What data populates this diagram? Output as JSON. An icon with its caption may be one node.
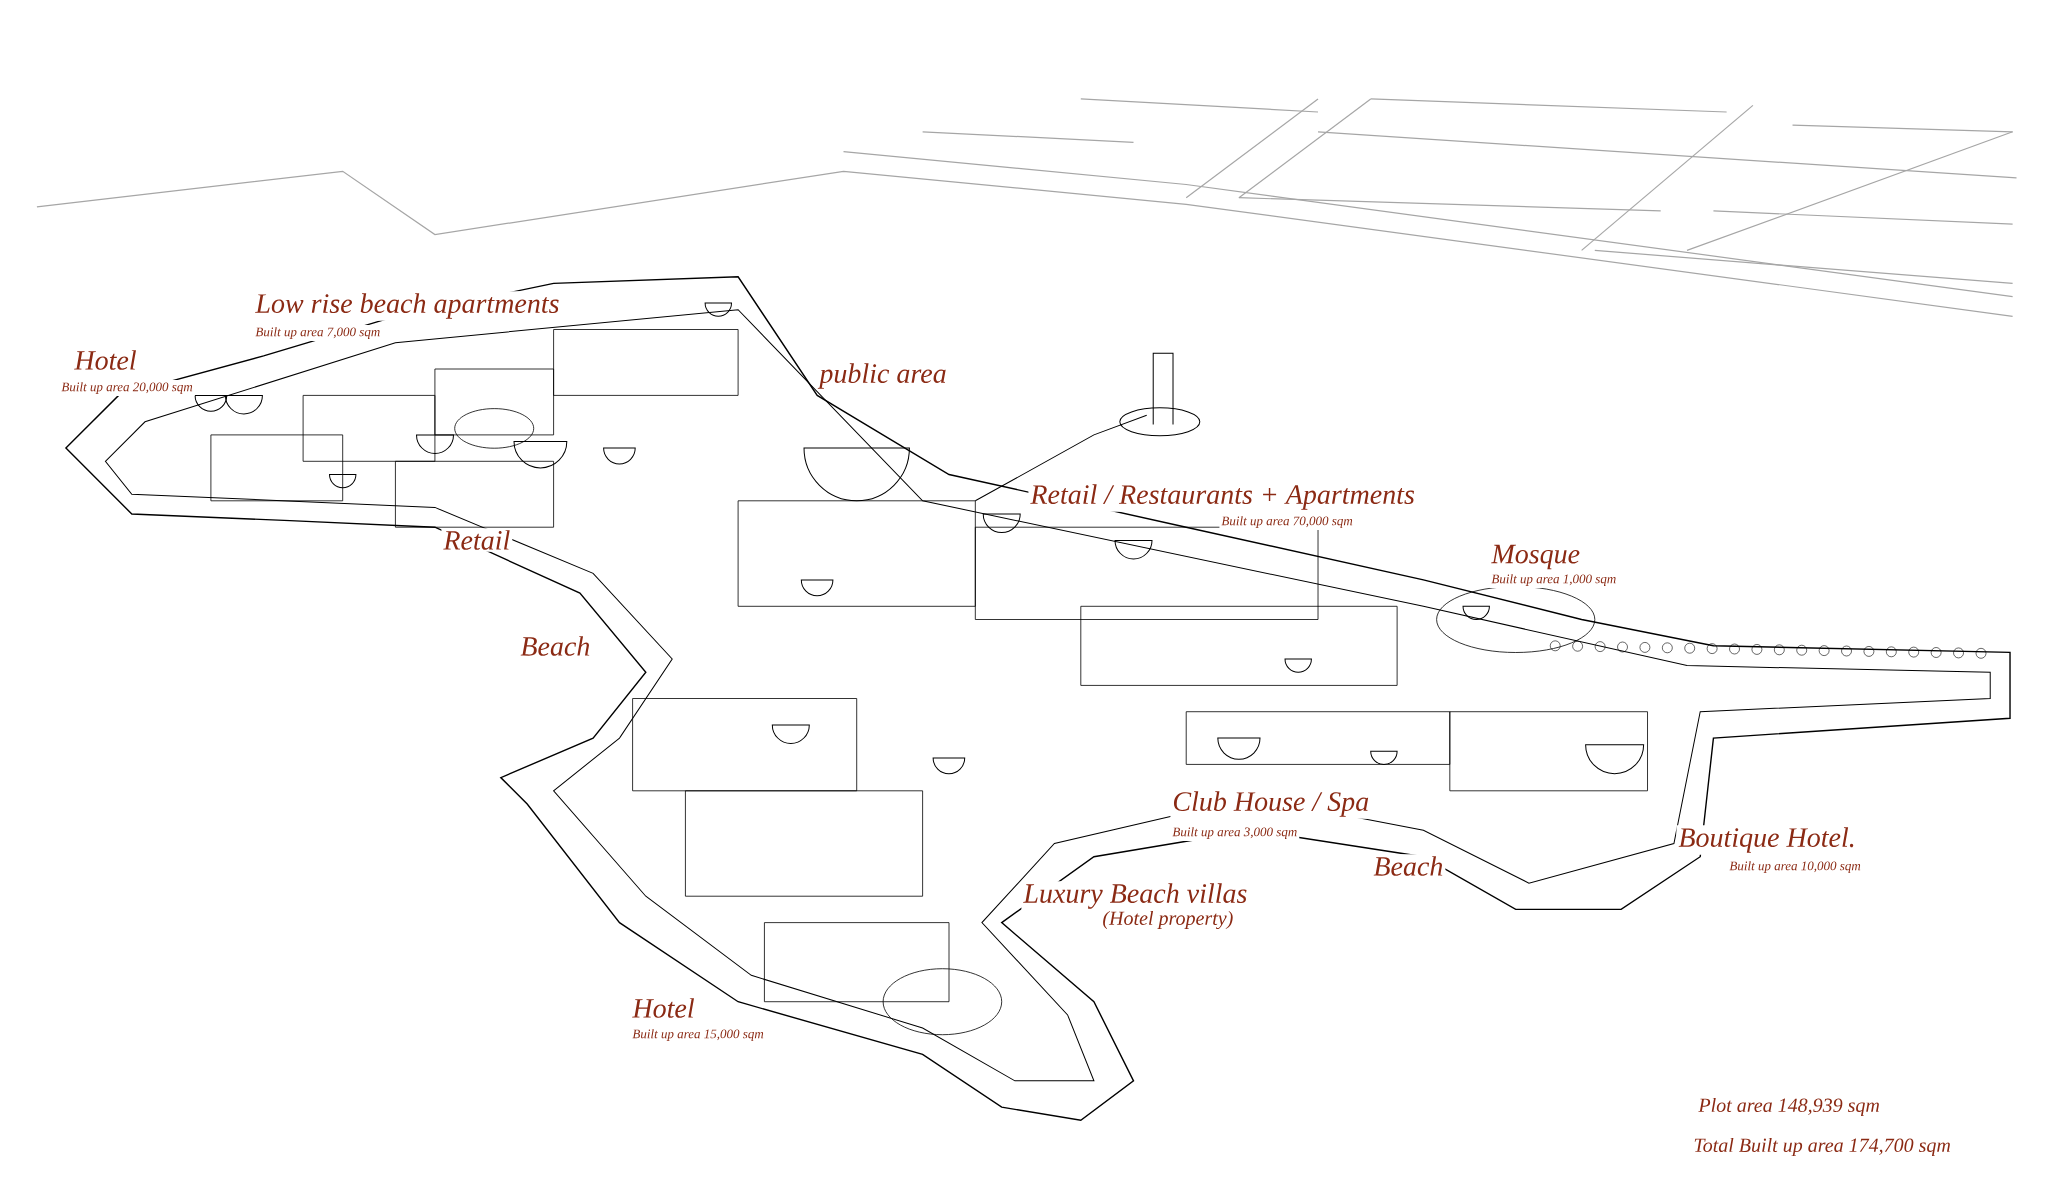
{
  "diagram": {
    "labels": [
      "Low rise beach apartments",
      "Built up area 7,000 sqm",
      "Hotel",
      "Built up area 20,000 sqm",
      "public area",
      "Retail / Restaurants + Apartments",
      "Built up area 70,000 sqm",
      "Retail",
      "Beach",
      "Mosque",
      "Built up area 1,000 sqm",
      "Club House / Spa",
      "Built up area 3,000 sqm",
      "Beach",
      "Boutique Hotel.",
      "Built up area 10,000 sqm",
      "Luxury Beach villas",
      "(Hotel property)",
      "Hotel",
      "Built up area 15,000 sqm",
      "Plot area 148,939 sqm",
      "Total Built up area 174,700 sqm"
    ]
  }
}
